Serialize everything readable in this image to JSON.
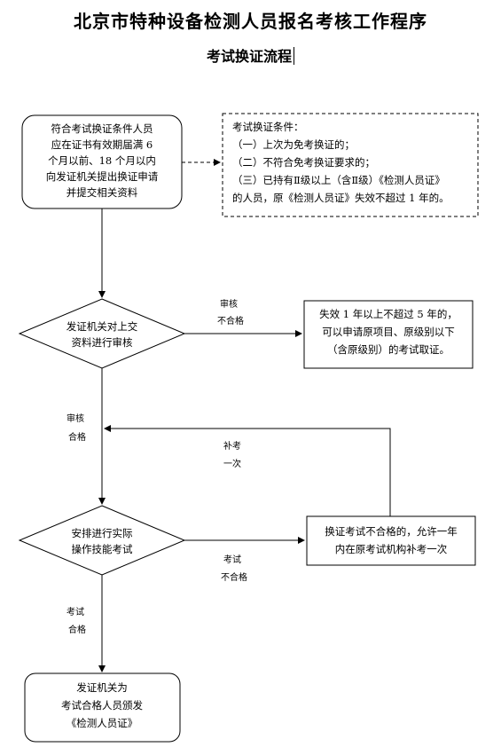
{
  "title": "北京市特种设备检测人员报名考核工作程序",
  "subtitle": "考试换证流程",
  "nodes": {
    "start": [
      "符合考试换证条件人员",
      "应在证书有效期届满 6",
      "个月以前、18 个月以内",
      "向发证机关提出换证申请",
      "并提交相关资料"
    ],
    "conditions": [
      "考试换证条件：",
      "（一）上次为免考换证的；",
      "（二）不符合免考换证要求的；",
      "（三）已持有Ⅱ级以上（含Ⅱ级）《检测人员证》",
      "的人员，原《检测人员证》失效不超过 1 年的。"
    ],
    "review": [
      "发证机关对上交",
      "资料进行审核"
    ],
    "reexam": [
      "失效 1 年以上不超过 5 年的，",
      "可以申请原项目、原级别以下",
      "（含原级别）的考试取证。"
    ],
    "exam": [
      "安排进行实际",
      "操作技能考试"
    ],
    "retake": [
      "换证考试不合格的，允许一年",
      "内在原考试机构补考一次"
    ],
    "issue": [
      "发证机关为",
      "考试合格人员颁发",
      "《检测人员证》"
    ]
  },
  "edges": {
    "review_fail": [
      "审核",
      "不合格"
    ],
    "review_pass": [
      "审核",
      "合格"
    ],
    "retake_back": [
      "补考",
      "一次"
    ],
    "exam_fail": [
      "考试",
      "不合格"
    ],
    "exam_pass": [
      "考试",
      "合格"
    ]
  }
}
